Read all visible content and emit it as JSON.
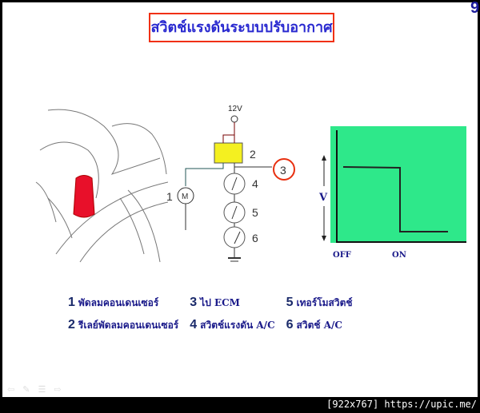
{
  "slide": {
    "title": "สวิตช์แรงดันระบบปรับอากาศ",
    "page_number": "9",
    "circuit": {
      "supply": "12V",
      "motor_label": "M",
      "numbers": [
        "1",
        "2",
        "3",
        "4",
        "5",
        "6"
      ]
    },
    "graph": {
      "y_label": "V",
      "x_labels": [
        "OFF",
        "ON"
      ],
      "background": "#2ee88a"
    },
    "legend": [
      {
        "num": "1",
        "text": "พัดลมคอนเดนเซอร์"
      },
      {
        "num": "3",
        "text": "ไป ECM"
      },
      {
        "num": "5",
        "text": "เทอร์โมสวิตช์"
      },
      {
        "num": "2",
        "text": "รีเลย์พัดลมคอนเดนเซอร์"
      },
      {
        "num": "4",
        "text": "สวิตช์แรงดัน A/C"
      },
      {
        "num": "6",
        "text": "สวิตช์ A/C"
      }
    ]
  },
  "footer": "[922x767] https://upic.me/"
}
